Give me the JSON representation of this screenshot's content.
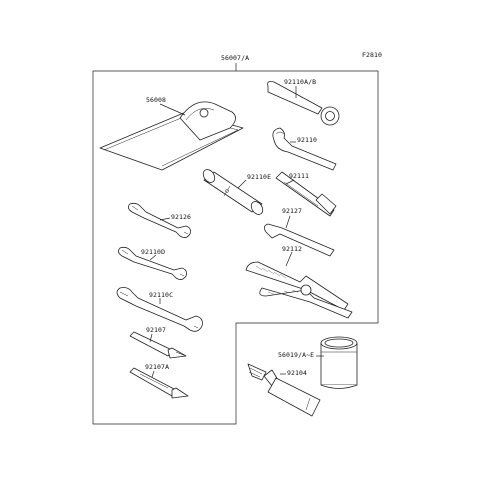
{
  "figure_code": "F2810",
  "assembly_label": "56007/A",
  "parts": [
    {
      "id": "tool-pouch",
      "label": "56008"
    },
    {
      "id": "hook-wrench",
      "label": "92110A/B"
    },
    {
      "id": "pin-spanner",
      "label": "92110"
    },
    {
      "id": "plug-wrench",
      "label": "92110E"
    },
    {
      "id": "screwdriver-grip",
      "label": "92111"
    },
    {
      "id": "wrench-small",
      "label": "92126"
    },
    {
      "id": "hex-key",
      "label": "92127"
    },
    {
      "id": "wrench-medium",
      "label": "92110D"
    },
    {
      "id": "pliers",
      "label": "92112"
    },
    {
      "id": "wrench-large",
      "label": "92110C"
    },
    {
      "id": "screwdriver-bit",
      "label": "92107"
    },
    {
      "id": "screwdriver-shaft",
      "label": "92107A"
    },
    {
      "id": "grease-can",
      "label": "56019/A~E"
    },
    {
      "id": "grease-tube",
      "label": "92104"
    }
  ]
}
